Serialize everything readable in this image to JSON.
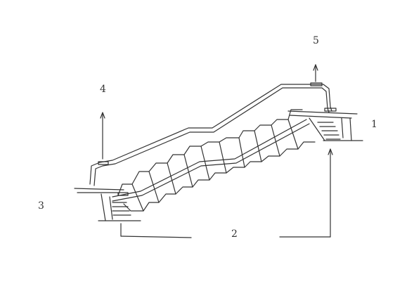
{
  "labels": {
    "l1": "1",
    "l2": "2",
    "l3": "3",
    "l4": "4",
    "l5": "5"
  },
  "colors": {
    "line": "#333333",
    "background": "#ffffff"
  }
}
